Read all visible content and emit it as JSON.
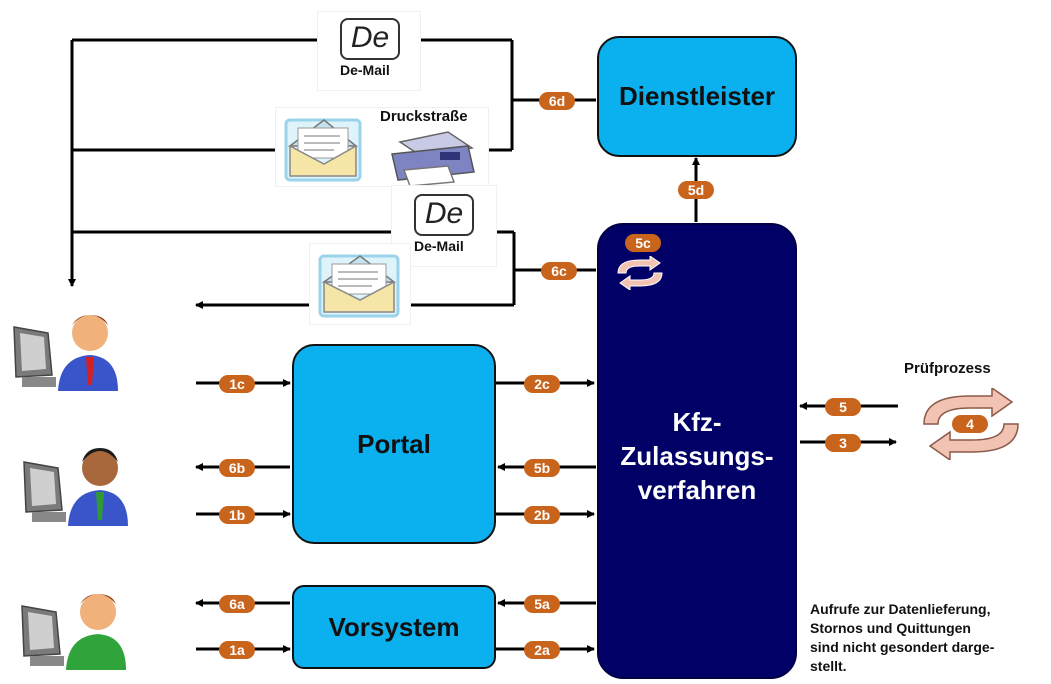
{
  "boxes": {
    "dienstleister": "Dienstleister",
    "portal": "Portal",
    "vorsystem": "Vorsystem",
    "kfz": [
      "Kfz-",
      "Zulassungs-",
      "verfahren"
    ]
  },
  "labels": {
    "druckstrasse": "Druckstraße",
    "pruefprozess": "Prüfprozess",
    "demail_top": "De-Mail",
    "demail_mid": "De-Mail",
    "de_logo_top": "De",
    "de_logo_mid": "De",
    "note": [
      "Aufrufe zur Datenlieferung,",
      "Stornos und Quittungen",
      "sind nicht gesondert darge-",
      "stellt."
    ]
  },
  "badges": {
    "b1a": "1a",
    "b1b": "1b",
    "b1c": "1c",
    "b2a": "2a",
    "b2b": "2b",
    "b2c": "2c",
    "b3": "3",
    "b4": "4",
    "b5": "5",
    "b5a": "5a",
    "b5b": "5b",
    "b5c": "5c",
    "b5d": "5d",
    "b6a": "6a",
    "b6b": "6b",
    "b6c": "6c",
    "b6d": "6d"
  },
  "colors": {
    "light_box": "#0bb0ee",
    "dark_box": "#000066",
    "badge": "#c8641c",
    "line": "#000000"
  }
}
